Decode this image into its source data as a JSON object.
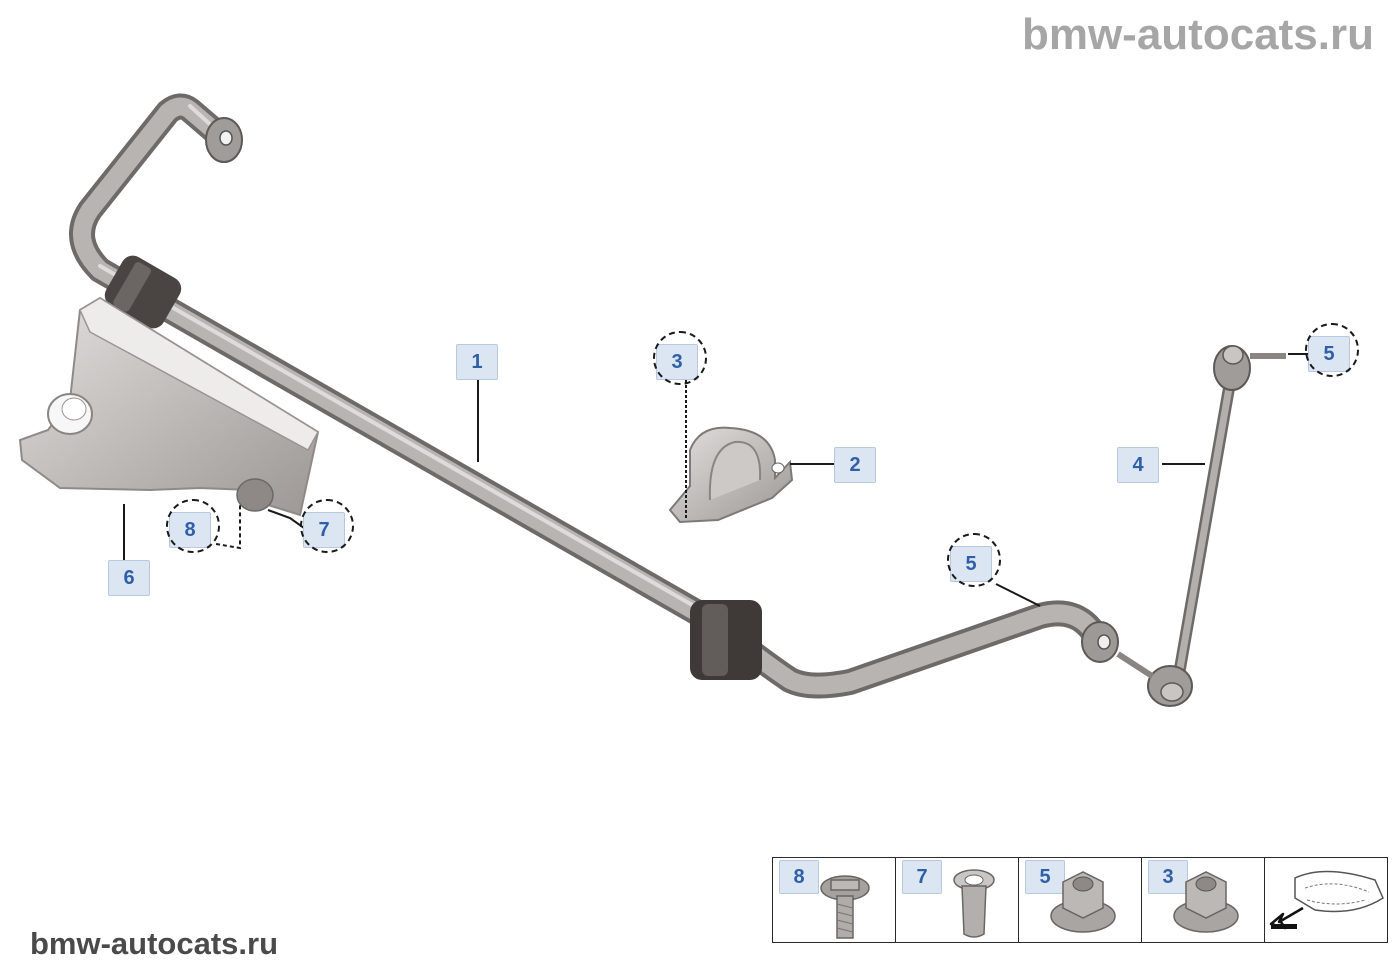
{
  "watermark_top": "bmw-autocats.ru",
  "watermark_bottom": "bmw-autocats.ru",
  "callouts": {
    "c1": "1",
    "c2": "2",
    "c3": "3",
    "c4": "4",
    "c5a": "5",
    "c5b": "5",
    "c6": "6",
    "c7": "7",
    "c8": "8"
  },
  "legend": {
    "items": [
      "8",
      "7",
      "5",
      "3"
    ]
  },
  "colors": {
    "callout_bg": "#dce6f2",
    "callout_text": "#2f5fa7",
    "part_metal": "#a8a4a1",
    "bushing": "#3f3a38"
  }
}
